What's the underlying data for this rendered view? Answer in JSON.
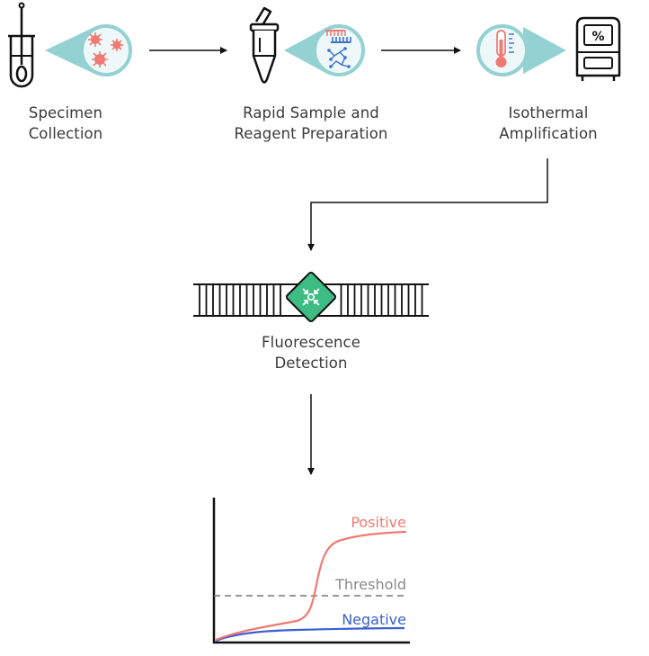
{
  "steps": {
    "specimen": {
      "line1": "Specimen",
      "line2": "Collection",
      "icon": "swab-tube-icon",
      "detail_icon": "virus-icon"
    },
    "preparation": {
      "line1": "Rapid Sample and",
      "line2": "Reagent Preparation",
      "icon": "microtube-icon",
      "detail_icon": "primer-dna-icon"
    },
    "amplification": {
      "line1": "Isothermal",
      "line2": "Amplification",
      "icon": "thermocycler-icon",
      "detail_icon": "thermometer-icon"
    },
    "detection": {
      "line1": "Fluorescence",
      "line2": "Detection",
      "icon": "fluorescent-probe-icon"
    }
  },
  "chart_data": {
    "type": "line",
    "series": [
      {
        "name": "Positive",
        "color": "#f07a73"
      },
      {
        "name": "Negative",
        "color": "#3a5fd0"
      }
    ],
    "threshold_label": "Threshold",
    "threshold_color": "#8a8a8a"
  },
  "colors": {
    "teal": "#93d1d3",
    "bubble_fill": "#eef8f9",
    "virus_red": "#f07a73",
    "dna_blue": "#3a6fd4",
    "probe_green": "#3dbd84",
    "line": "#111111"
  }
}
